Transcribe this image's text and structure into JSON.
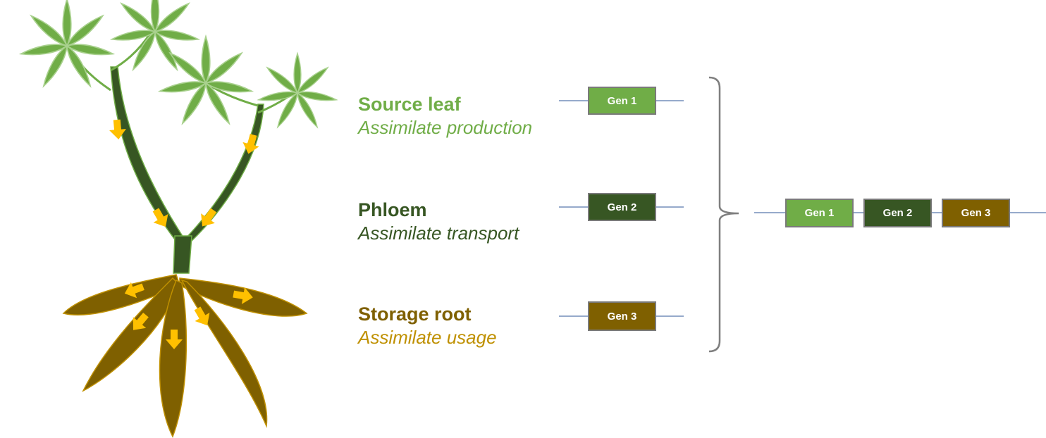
{
  "labels": {
    "source_leaf": {
      "title": "Source leaf",
      "subtitle": "Assimilate production"
    },
    "phloem": {
      "title": "Phloem",
      "subtitle": "Assimilate transport"
    },
    "storage_root": {
      "title": "Storage root",
      "subtitle": "Assimilate usage"
    }
  },
  "genes": {
    "gen1": "Gen 1",
    "gen2": "Gen 2",
    "gen3": "Gen 3"
  },
  "colors": {
    "leaf": "#70ad47",
    "leaf_outline": "#a9d18e",
    "phloem": "#375623",
    "root": "#7f6000",
    "root_text": "#bf9000",
    "arrow": "#ffc000",
    "line": "#2e5597",
    "bracket": "#7f7f7f"
  }
}
